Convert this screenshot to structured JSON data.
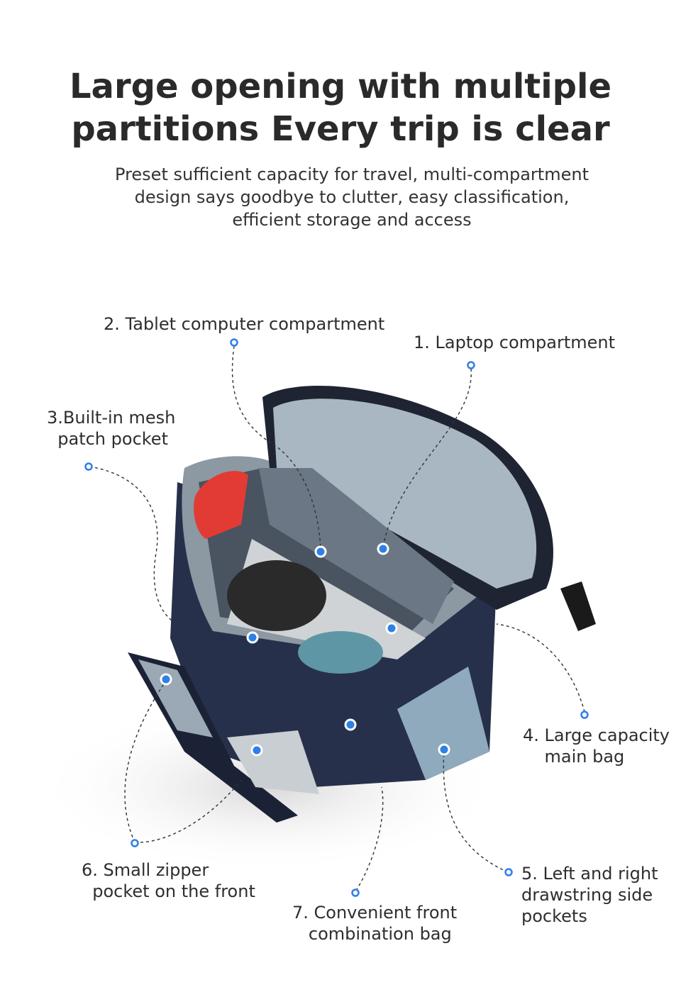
{
  "header": {
    "title_line1": "Large opening with multiple",
    "title_line2": "partitions Every trip is clear",
    "subtitle_line1": "Preset sufficient capacity for travel, multi-compartment",
    "subtitle_line2": "design says goodbye to clutter, easy classification,",
    "subtitle_line3": "efficient storage and access"
  },
  "callouts": [
    {
      "line1": "1. Laptop compartment",
      "line2": ""
    },
    {
      "line1": "2. Tablet computer compartment",
      "line2": ""
    },
    {
      "line1": "3.Built-in mesh",
      "line2": "  patch pocket"
    },
    {
      "line1": "4. Large capacity",
      "line2": "    main bag"
    },
    {
      "line1": "5. Left and right",
      "line2": "drawstring side",
      "line3": "pockets"
    },
    {
      "line1": "6. Small zipper",
      "line2": "  pocket on the front"
    },
    {
      "line1": "7. Convenient front",
      "line2": "   combination bag"
    }
  ],
  "colors": {
    "marker": "#2f7fe8",
    "bag_navy": "#27304a",
    "lining_grey": "#9aa9b5",
    "side_blue": "#8faabd"
  }
}
